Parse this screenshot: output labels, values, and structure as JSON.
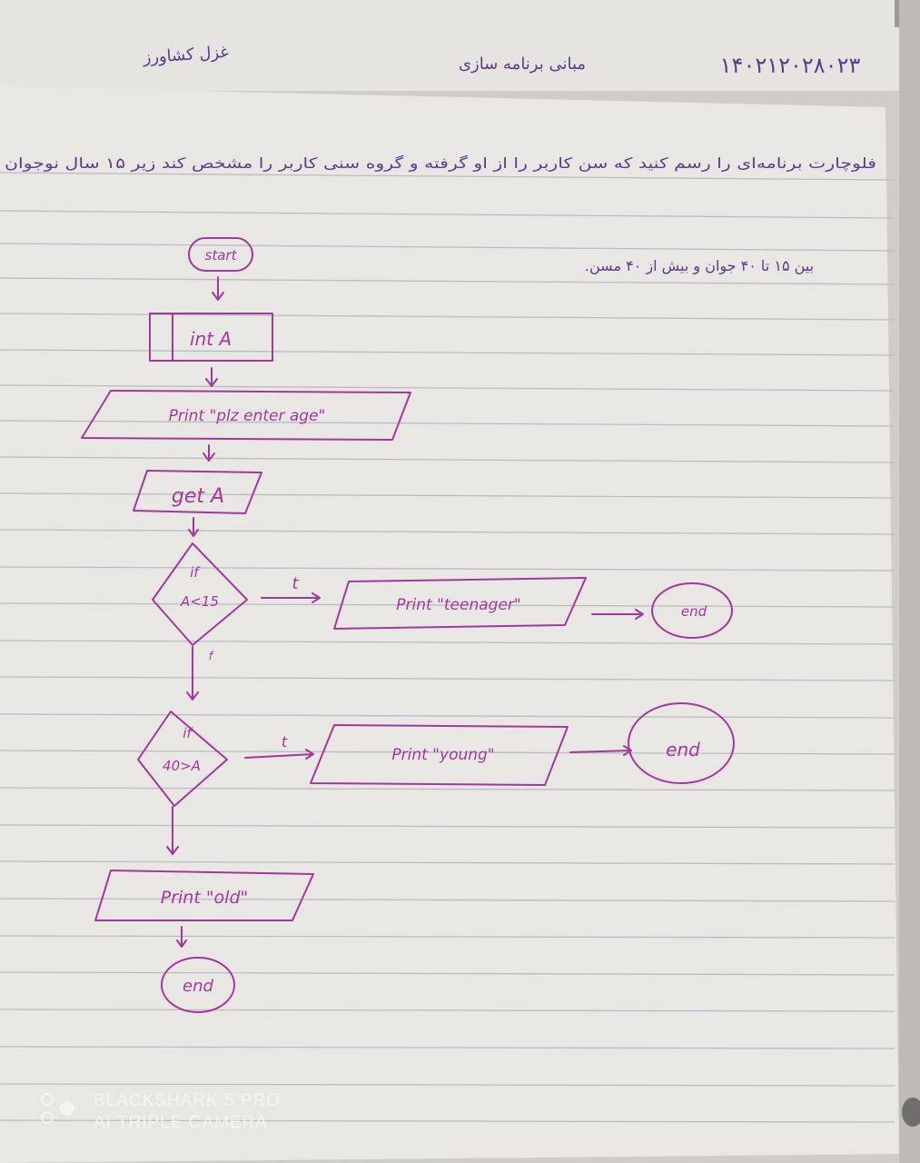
{
  "header": {
    "author": "غزل کشاورز",
    "course": "مبانی برنامه سازی",
    "student_id": "۱۴۰۲۱۲۰۲۸۰۲۳"
  },
  "question": {
    "line1": "فلوچارت برنامه‌ای را رسم کنید که سن کاربر را از او گرفته و گروه سنی کاربر را مشخص کند زیر ۱۵ سال نوجوان",
    "line2": "بین ۱۵ تا ۴۰ جوان و بیش از ۴۰ مسن."
  },
  "flowchart": {
    "start": "start",
    "declare": "int A",
    "prompt": "Print \"plz enter age\"",
    "input": "get A",
    "decision1_top": "if",
    "decision1_bottom": "A<15",
    "decision1_true": "t",
    "decision1_false": "f",
    "output1": "Print \"teenager\"",
    "end1": "end",
    "decision2_top": "if",
    "decision2_bottom": "40>A",
    "decision2_true": "t",
    "output2": "Print \"young\"",
    "end2": "end",
    "output3": "Print \"old\"",
    "end3": "end"
  },
  "watermark": {
    "line1": "BLACKSHARK 5 PRO",
    "line2": "AI TRIPLE CAMERA"
  },
  "colors": {
    "ink": "#a3389c",
    "pen": "#5a3d8a",
    "paper": "#eceae7"
  }
}
